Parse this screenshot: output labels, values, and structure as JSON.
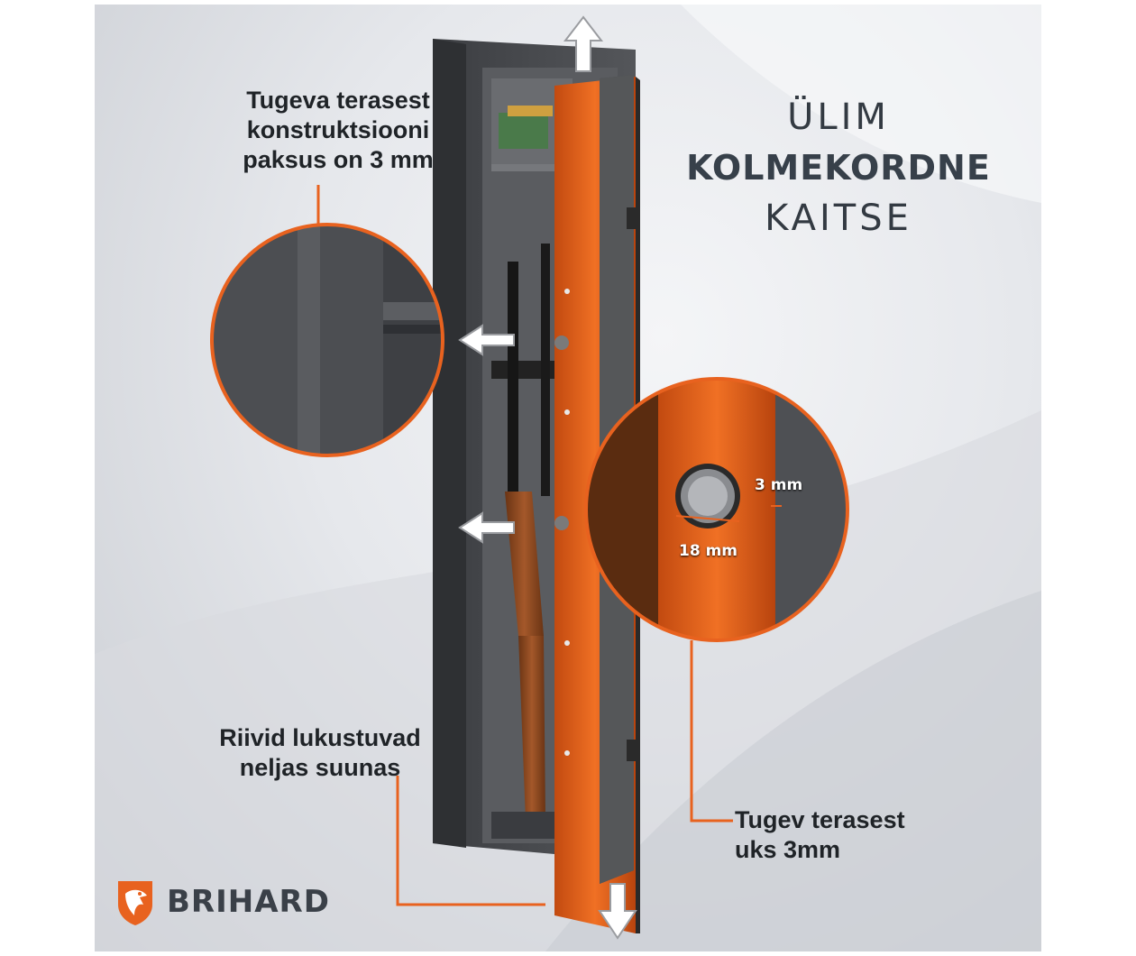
{
  "headline": {
    "line1": "ÜLIM",
    "line2": "KOLMEKORDNE",
    "line3": "KAITSE"
  },
  "callouts": {
    "construction": "Tugeva terasest\nkonstruktsiooni\npaksus on 3 mm",
    "rails": "Riivid lukustuvad\nneljas suunas",
    "door": "Tugev terasest\nuks 3mm"
  },
  "dimensions": {
    "bolt_gap": "3 mm",
    "bolt_diameter": "18 mm"
  },
  "brand": {
    "name": "BRIHARD"
  },
  "colors": {
    "accent": "#e8621f",
    "safe_body": "#4a4c50",
    "text": "#1f2327"
  },
  "icons": [
    "up-arrow-icon",
    "down-arrow-icon",
    "left-arrow-icon",
    "eagle-logo-icon"
  ]
}
